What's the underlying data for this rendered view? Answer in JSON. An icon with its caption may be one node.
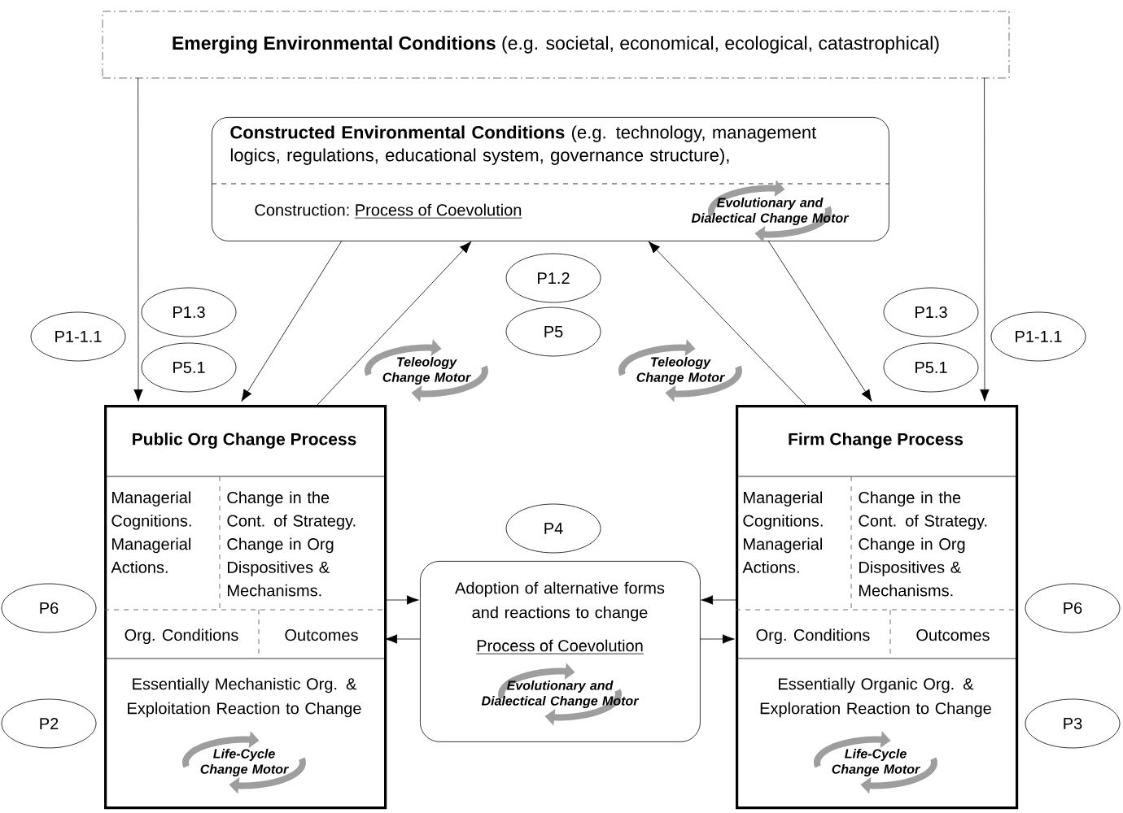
{
  "diagram": {
    "nodes": [
      {
        "text": [
          "**Emerging Environmental Conditions** (e.g. societal, economical, ecological, catastrophical)"
        ]
      },
      {
        "text": [
          "**Constructed Environmental Conditions** (e.g. technology, management logics, regulations, educational system, governance structure),",
          "Construction:",
          "Process of Coevolution",
          "Evolutionary and Dialectical Change Motor"
        ]
      },
      {
        "text": [
          "P1-1.1"
        ]
      },
      {
        "text": [
          "P1.3"
        ]
      },
      {
        "text": [
          "P5.1"
        ]
      },
      {
        "text": [
          "P1.2"
        ]
      },
      {
        "text": [
          "P5"
        ]
      },
      {
        "text": [
          "P1.3"
        ]
      },
      {
        "text": [
          "P5.1"
        ]
      },
      {
        "text": [
          "P1-1.1"
        ]
      },
      {
        "text": [
          "Public Org Change Process",
          "Managerial Cognitions. Managerial Actions.",
          "Change in the Cont. of Strategy. Change in Org Dispositives & Mechanisms.",
          "Org. Conditions",
          "Outcomes",
          "Essentially Mechanistic Org. & Exploitation Reaction to Change",
          "Life-Cycle Change Motor"
        ]
      },
      {
        "text": [
          "P4"
        ]
      },
      {
        "text": [
          "Adoption of alternative forms and reactions to change",
          "Process of Coevolution",
          "Evolutionary and Dialectical Change Motor"
        ]
      },
      {
        "text": [
          "Firm Change Process",
          "Managerial Cognitions. Managerial Actions.",
          "Change in the Cont. of Strategy. Change in Org Dispositives & Mechanisms.",
          "Org. Conditions",
          "Outcomes",
          "Essentially Organic Org. & Exploration Reaction to Change",
          "Life-Cycle Change Motor"
        ]
      },
      {
        "text": [
          "P6"
        ]
      },
      {
        "text": [
          "P2"
        ]
      },
      {
        "text": [
          "P6"
        ]
      },
      {
        "text": [
          "P3"
        ]
      }
    ],
    "edges": [
      {
        "from": 0,
        "to": 10,
        "arrow": "to"
      },
      {
        "from": 0,
        "to": 13,
        "arrow": "to"
      },
      {
        "from": 1,
        "to": 10,
        "arrow": "to"
      },
      {
        "from": 10,
        "to": 1,
        "arrow": "to"
      },
      {
        "from": 1,
        "to": 13,
        "arrow": "to"
      },
      {
        "from": 13,
        "to": 1,
        "arrow": "to"
      },
      {
        "from": 10,
        "to": 12,
        "arrow": "to"
      },
      {
        "from": 12,
        "to": 10,
        "arrow": "to"
      },
      {
        "from": 13,
        "to": 12,
        "arrow": "to"
      },
      {
        "from": 12,
        "to": 13,
        "arrow": "to"
      }
    ],
    "labels": [
      "Teleology Change Motor",
      "Teleology Change Motor"
    ]
  }
}
